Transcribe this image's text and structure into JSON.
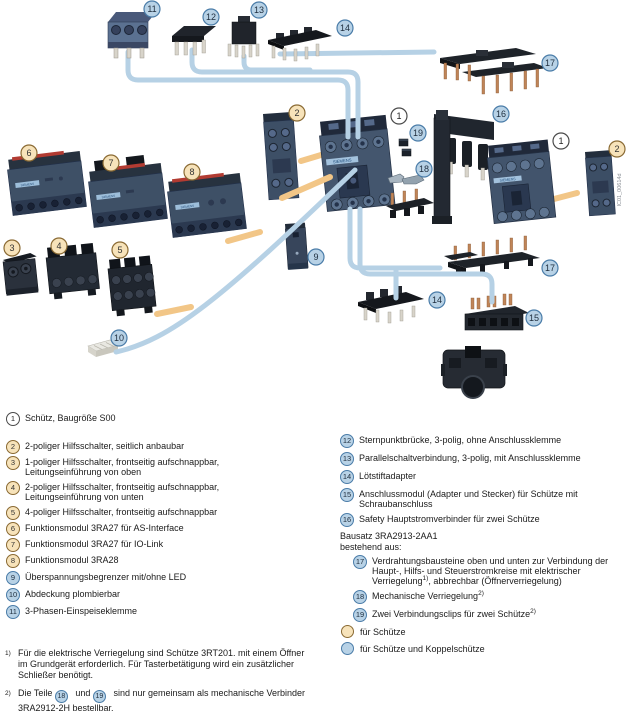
{
  "brand": "SIEMENS",
  "watermark": "IC01_00614d",
  "colors": {
    "line_blue": "#b6d1e5",
    "line_orange": "#f2c687",
    "callout_orange_fill": "#f7e3ba",
    "callout_orange_border": "#8a6a33",
    "callout_blue_fill": "#b8d2e6",
    "callout_blue_border": "#4a7ca8",
    "callout_white_fill": "#ffffff",
    "component_dark": "#42546c",
    "component_black": "#1e2329"
  },
  "diagram": {
    "callouts": [
      {
        "n": "11",
        "type": "blue"
      },
      {
        "n": "12",
        "type": "blue"
      },
      {
        "n": "13",
        "type": "blue"
      },
      {
        "n": "14",
        "type": "blue"
      },
      {
        "n": "17",
        "type": "blue"
      },
      {
        "n": "6",
        "type": "orange"
      },
      {
        "n": "7",
        "type": "orange"
      },
      {
        "n": "8",
        "type": "orange"
      },
      {
        "n": "2",
        "type": "orange"
      },
      {
        "n": "1",
        "type": "white"
      },
      {
        "n": "19",
        "type": "blue"
      },
      {
        "n": "18",
        "type": "blue"
      },
      {
        "n": "16",
        "type": "blue"
      },
      {
        "n": "1",
        "type": "white"
      },
      {
        "n": "2",
        "type": "orange"
      },
      {
        "n": "3",
        "type": "orange"
      },
      {
        "n": "4",
        "type": "orange"
      },
      {
        "n": "5",
        "type": "orange"
      },
      {
        "n": "9",
        "type": "blue"
      },
      {
        "n": "10",
        "type": "blue"
      },
      {
        "n": "17",
        "type": "blue"
      },
      {
        "n": "14",
        "type": "blue"
      },
      {
        "n": "15",
        "type": "blue"
      }
    ]
  },
  "legend_left": [
    {
      "num": "1",
      "text": "Schütz, Baugröße S00"
    },
    {
      "num": "2",
      "text": "2-poliger Hilfsschalter, seitlich anbaubar"
    },
    {
      "num": "3",
      "text": "1-poliger Hilfsschalter, frontseitig aufschnappbar, Leitungseinführung von oben"
    },
    {
      "num": "4",
      "text": "2-poliger Hilfsschalter, frontseitig aufschnappbar, Leitungseinführung von unten"
    },
    {
      "num": "5",
      "text": "4-poliger Hilfsschalter, frontseitig aufschnappbar"
    },
    {
      "num": "6",
      "text": "Funktionsmodul 3RA27 für AS-Interface"
    },
    {
      "num": "7",
      "text": "Funktionsmodul 3RA27 für IO-Link"
    },
    {
      "num": "8",
      "text": "Funktionsmodul 3RA28"
    },
    {
      "num": "9",
      "text": "Überspannungsbegrenzer mit/ohne LED"
    },
    {
      "num": "10",
      "text": "Abdeckung plombierbar"
    },
    {
      "num": "11",
      "text": "3-Phasen-Einspeiseklemme"
    }
  ],
  "legend_right": [
    {
      "num": "12",
      "text": "Sternpunktbrücke, 3-polig, ohne Anschlussklemme"
    },
    {
      "num": "13",
      "text": "Parallelschaltverbindung, 3-polig, mit Anschlussklemme"
    },
    {
      "num": "14",
      "text": "Lötstiftadapter"
    },
    {
      "num": "15",
      "text": "Anschlussmodul (Adapter und Stecker) für Schütze mit Schraubanschluss"
    },
    {
      "num": "16",
      "text": "Safety Hauptstromverbinder für zwei Schütze"
    }
  ],
  "kit": {
    "title": "Bausatz 3RA2913-2AA1",
    "subtitle": "bestehend aus:",
    "items": [
      {
        "num": "17",
        "text": "Verdrahtungsbausteine oben und unten zur Verbindung der Haupt-, Hilfs- und Steuerstromkreise mit elektrischer Verriegelung",
        "sup": "1)",
        "suffix": ", abbrechbar (Öffnerverriegelung)"
      },
      {
        "num": "18",
        "text": "Mechanische Verriegelung",
        "sup": "2)",
        "suffix": ""
      },
      {
        "num": "19",
        "text": "Zwei Verbindungsclips für zwei Schütze",
        "sup": "2)",
        "suffix": ""
      }
    ]
  },
  "color_key": [
    {
      "type": "orange",
      "text": "für Schütze"
    },
    {
      "type": "blue",
      "text": "für Schütze und Koppelschütze"
    }
  ],
  "footnotes": [
    {
      "marker": "1)",
      "text": "Für die elektrische Verriegelung sind Schütze 3RT201. mit einem Öffner im Grundgerät erforderlich. Für Tasterbetätigung wird ein zusätzlicher Schließer benötigt."
    },
    {
      "marker": "2)",
      "pre": "Die Teile",
      "ref1": "18",
      "mid": "und",
      "ref2": "19",
      "post": "sind nur gemeinsam als mechanische Verbinder 3RA2912-2H bestellbar."
    }
  ]
}
